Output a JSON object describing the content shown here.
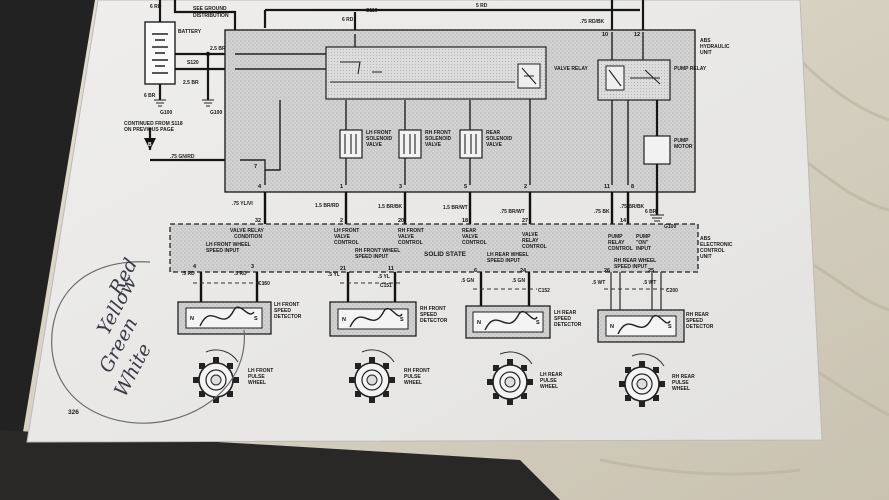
{
  "page": {
    "number": "326",
    "handwritten": [
      "Red",
      "Yellow",
      "Green",
      "White"
    ]
  },
  "header": {
    "see_ground": "SEE GROUND",
    "distribution": "DISTRIBUTION",
    "battery": "BATTERY",
    "s116": "S116",
    "s120": "S120",
    "g100_left": "G100",
    "g100_right": "G100",
    "continued_1": "CONTINUED FROM S118",
    "continued_2": "ON PREVIOUS PAGE",
    "connector_b": "B",
    "abs_hydraulic_1": "ABS",
    "abs_hydraulic_2": "HYDRAULIC",
    "abs_hydraulic_3": "UNIT"
  },
  "hydraulic_unit": {
    "valve_relay": "VALVE RELAY",
    "pump_relay": "PUMP RELAY",
    "pump_motor_1": "PUMP",
    "pump_motor_2": "MOTOR",
    "lh_front_valve": [
      "LH FRONT",
      "SOLENOID",
      "VALVE"
    ],
    "rh_front_valve": [
      "RH FRONT",
      "SOLENOID",
      "VALVE"
    ],
    "rear_valve": [
      "REAR",
      "SOLENOID",
      "VALVE"
    ]
  },
  "wires": {
    "w6rd": "6 RD",
    "w6rd_b": "6 RD",
    "w5rd_top": "5 RD",
    "w75rdbk": ".75 RD/BK",
    "w25br_a": "2.5 BR",
    "w25br_b": "2.5 BR",
    "w6br": "6 BR",
    "w15gnrd": ".75 GN/RD",
    "w75ylvi": ".75 YL/VI",
    "w15brrd": "1.5 BR/RD",
    "w15brbk": "1.5 BR/BK",
    "w15brwt": "1.5 BR/WT",
    "w75brwt": ".75 BR/WT",
    "w75bk": ".75 BK",
    "w75brbk": ".75 BR/BK",
    "w6br_pump": "6 BR",
    "g100_pump": "G100",
    "lf_5rd": ".5 RD",
    "lf_5rd_b": ".5 RD",
    "rf_5yl": ".5 YL",
    "rf_5yl_b": ".5 YL",
    "lr_5gn": ".5 GN",
    "lr_5gn_b": ".5 GN",
    "rr_5wt": ".5 WT",
    "rr_5wt_b": ".5 WT",
    "c150": "C150",
    "c151": "C151",
    "c152": "C152",
    "c200": "C200"
  },
  "ecu": {
    "title": [
      "ABS",
      "ELECTRONIC",
      "CONTROL",
      "UNIT"
    ],
    "solid_state": "SOLID STATE",
    "valve_relay_condition": [
      "VALVE RELAY",
      "CONDITION"
    ],
    "lh_front_valve_control": [
      "LH FRONT",
      "VALVE",
      "CONTROL"
    ],
    "rh_front_valve_control": [
      "RH FRONT",
      "VALVE",
      "CONTROL"
    ],
    "rear_valve_control": [
      "REAR",
      "VALVE",
      "CONTROL"
    ],
    "valve_relay_control": [
      "VALVE",
      "RELAY",
      "CONTROL"
    ],
    "pump_relay_control": [
      "PUMP",
      "RELAY",
      "CONTROL"
    ],
    "pump_on_input": [
      "PUMP",
      "\"ON\"",
      "INPUT"
    ],
    "lh_front_speed_input": [
      "LH FRONT WHEEL",
      "SPEED INPUT"
    ],
    "rh_front_speed_input": [
      "RH FRONT WHEEL",
      "SPEED INPUT"
    ],
    "lh_rear_speed_input": [
      "LH REAR WHEEL",
      "SPEED INPUT"
    ],
    "rh_rear_speed_input": [
      "RH REAR WHEEL",
      "SPEED INPUT"
    ]
  },
  "pins": {
    "p7": "7",
    "p4": "4",
    "p1": "1",
    "p3": "3",
    "p5": "5",
    "p2": "2",
    "p11": "11",
    "p8": "8",
    "p10": "10",
    "p12": "12",
    "p32": "32",
    "p2b": "2",
    "p20": "20",
    "p18": "18",
    "p27": "27",
    "p14": "14",
    "p4b": "4",
    "p3b": "3",
    "p21": "21",
    "p11b": "11",
    "p6": "6",
    "p24": "24",
    "p26": "26",
    "p25": "25"
  },
  "detectors": [
    {
      "label": [
        "LH FRONT",
        "SPEED",
        "DETECTOR"
      ]
    },
    {
      "label": [
        "RH FRONT",
        "SPEED",
        "DETECTOR"
      ]
    },
    {
      "label": [
        "LH REAR",
        "SPEED",
        "DETECTOR"
      ]
    },
    {
      "label": [
        "RH REAR",
        "SPEED",
        "DETECTOR"
      ]
    }
  ],
  "pulse_wheels": [
    {
      "label": [
        "LH FRONT",
        "PULSE",
        "WHEEL"
      ]
    },
    {
      "label": [
        "RH FRONT",
        "PULSE",
        "WHEEL"
      ]
    },
    {
      "label": [
        "LH REAR",
        "PULSE",
        "WHEEL"
      ]
    },
    {
      "label": [
        "RH REAR",
        "PULSE",
        "WHEEL"
      ]
    }
  ],
  "colors": {
    "paper": "#ecebe9",
    "ink": "#161616",
    "ecu_fill": "#cfcfcf",
    "pencil": "#3a3a46",
    "blanket": "#d9d4c6",
    "dark_surface": "#232222"
  }
}
